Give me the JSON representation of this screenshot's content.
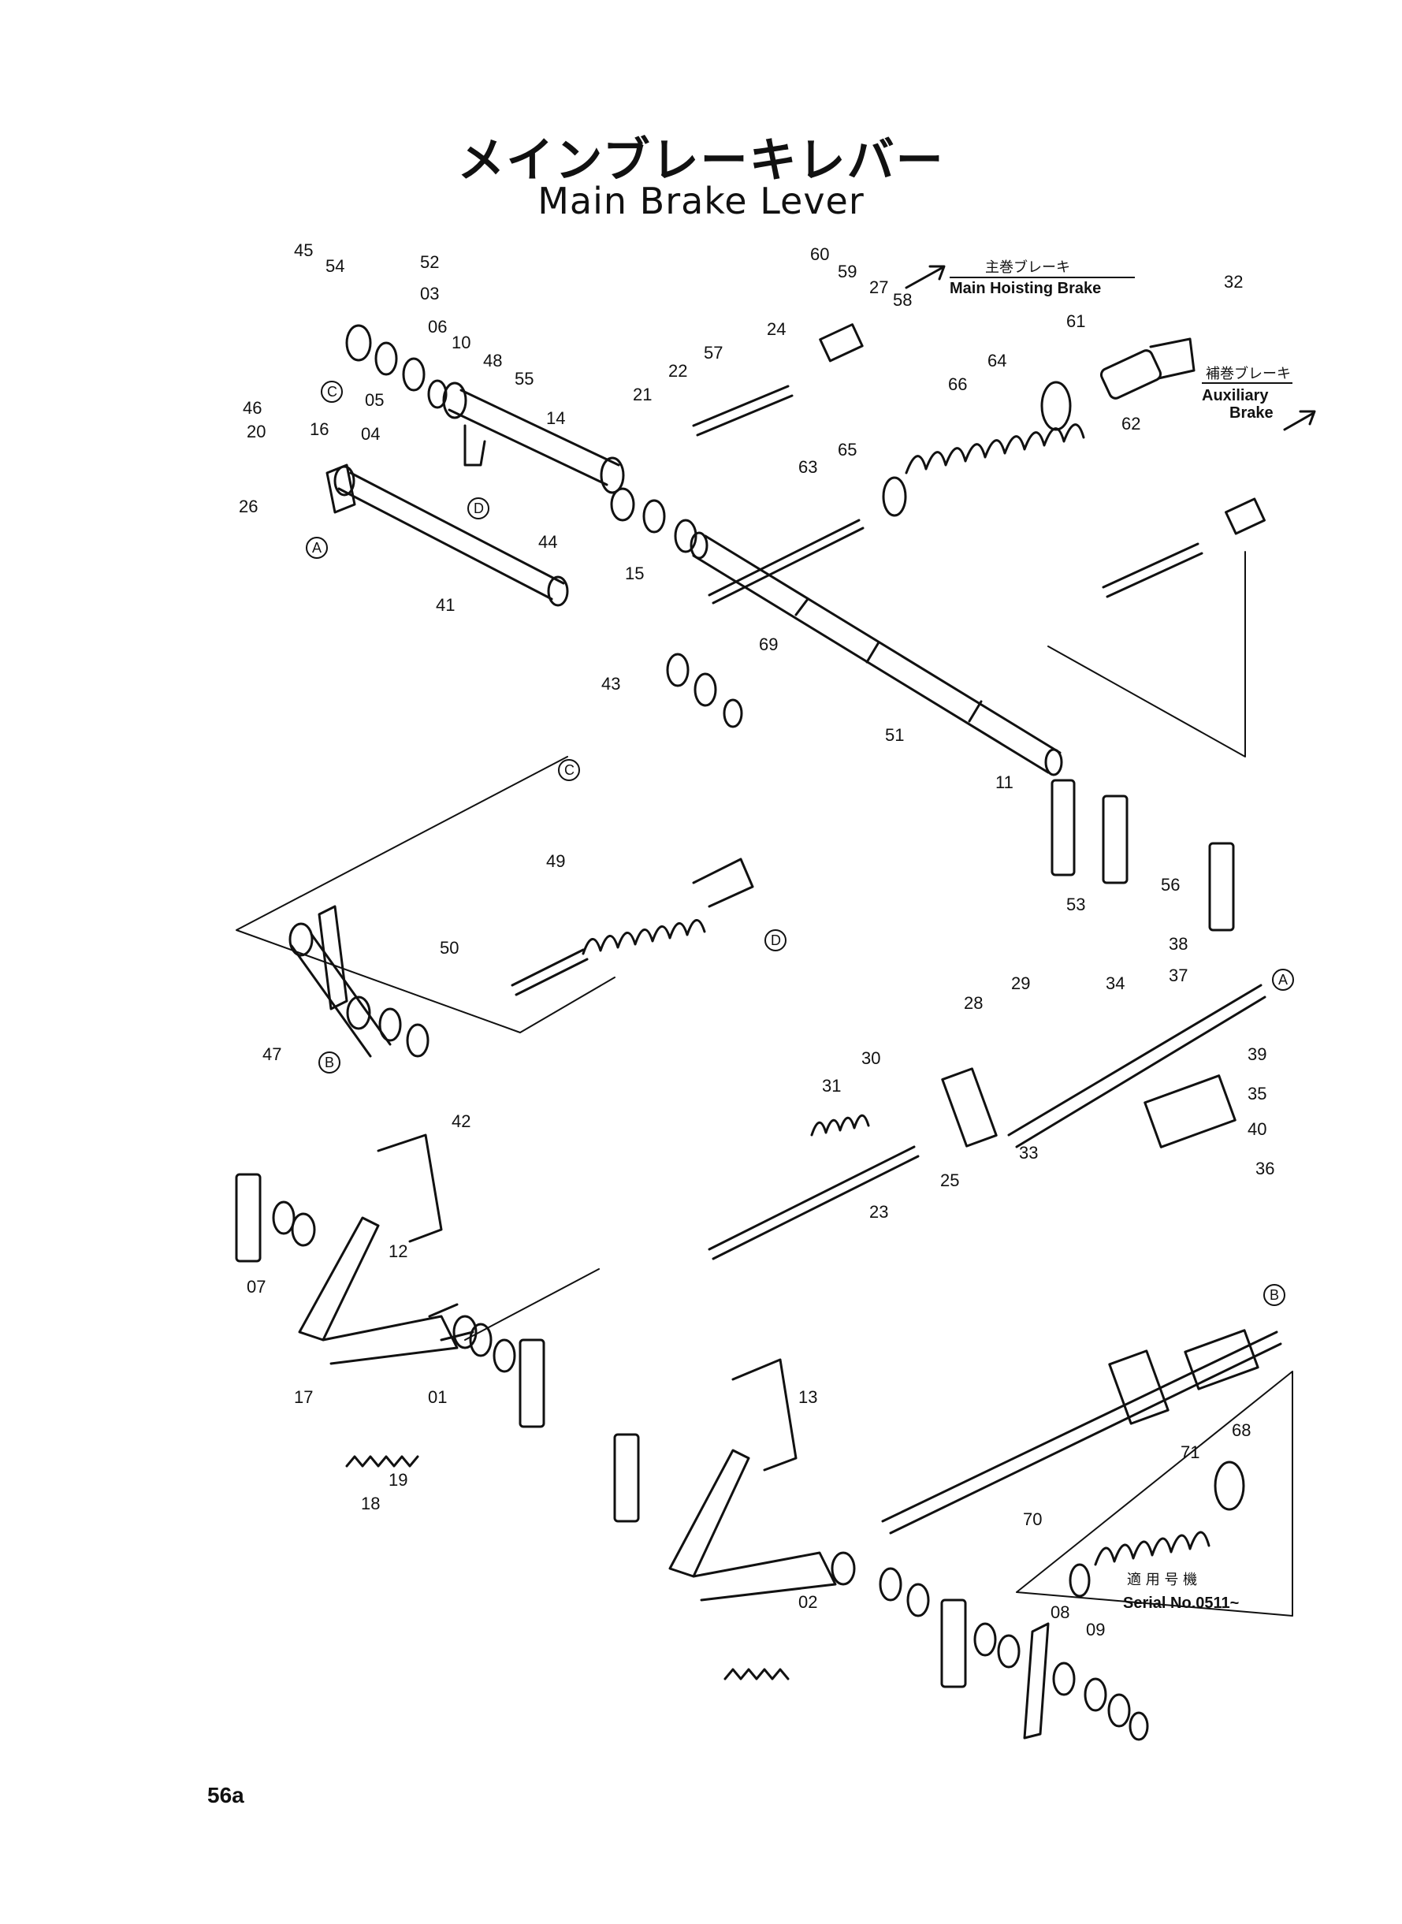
{
  "title": {
    "jp": "メインブレーキレバー",
    "en": "Main Brake Lever"
  },
  "page_number": "56a",
  "annotations": {
    "main_hoisting_jp": "主巻ブレーキ",
    "main_hoisting_en": "Main Hoisting Brake",
    "aux_jp": "補巻ブレーキ",
    "aux_en1": "Auxiliary",
    "aux_en2": "Brake",
    "serial_jp": "適 用 号 機",
    "serial_en": "Serial No.0511~"
  },
  "refs": {
    "A": "A",
    "B": "B",
    "C": "C",
    "D": "D"
  },
  "part_numbers": [
    "45",
    "54",
    "52",
    "03",
    "06",
    "10",
    "48",
    "05",
    "46",
    "04",
    "20",
    "16",
    "55",
    "14",
    "21",
    "22",
    "57",
    "24",
    "60",
    "59",
    "27",
    "58",
    "32",
    "61",
    "64",
    "66",
    "62",
    "26",
    "41",
    "44",
    "65",
    "63",
    "15",
    "69",
    "43",
    "51",
    "11",
    "53",
    "56",
    "49",
    "50",
    "47",
    "42",
    "12",
    "01",
    "07",
    "17",
    "19",
    "18",
    "02",
    "13",
    "08",
    "09",
    "70",
    "71",
    "68",
    "23",
    "25",
    "28",
    "29",
    "30",
    "31",
    "33",
    "34",
    "35",
    "36",
    "37",
    "38",
    "39",
    "40"
  ]
}
